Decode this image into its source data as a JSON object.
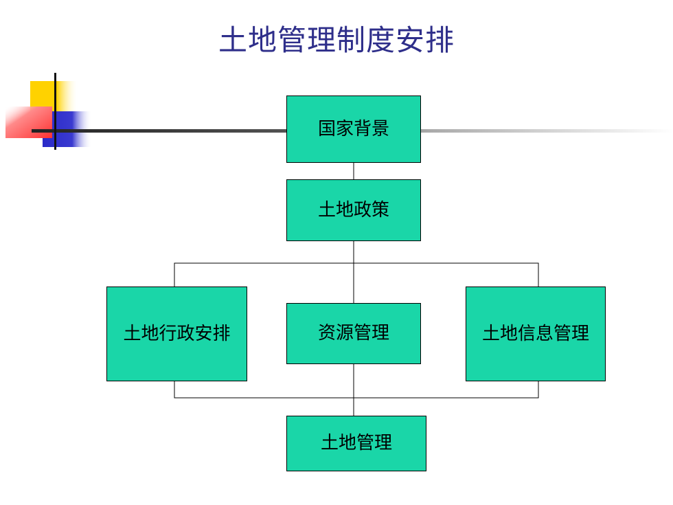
{
  "slide": {
    "title": "土地管理制度安排"
  },
  "diagram": {
    "nodes": {
      "national_background": "国家背景",
      "land_policy": "土地政策",
      "land_admin_arrangement": "土地行政安排",
      "resource_management": "资源管理",
      "land_info_management": "土地信息管理",
      "land_management": "土地管理"
    }
  },
  "colors": {
    "node_fill": "#1ad6a8",
    "title_text": "#2e2e8a",
    "deco_yellow": "#ffd200",
    "deco_red": "#ff5050",
    "deco_blue": "#3333cc"
  }
}
